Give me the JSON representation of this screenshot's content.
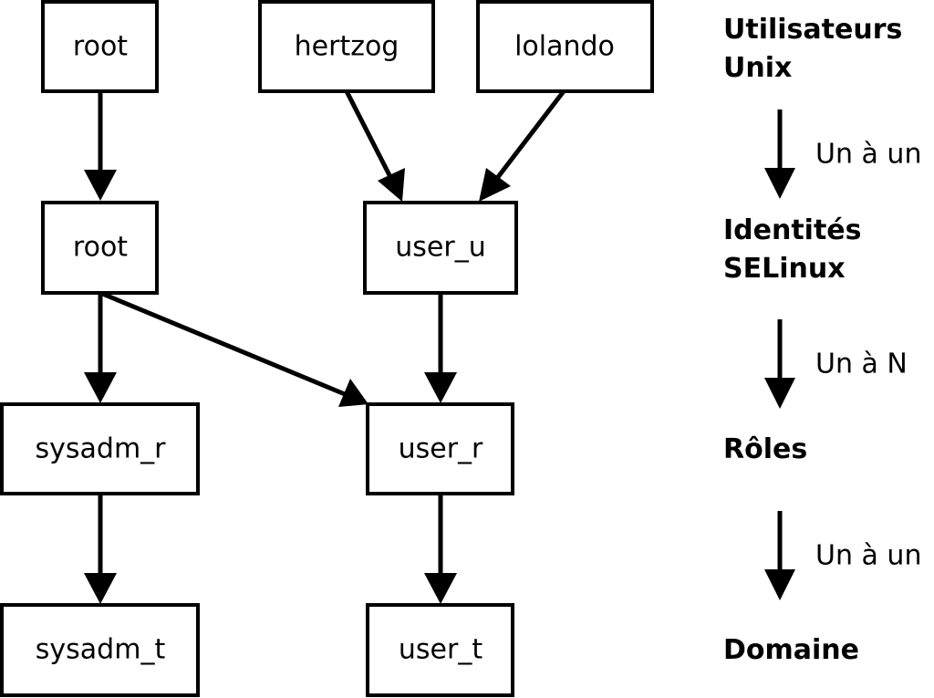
{
  "nodes": {
    "unix_root": "root",
    "unix_hertzog": "hertzog",
    "unix_lolando": "lolando",
    "se_root": "root",
    "se_user_u": "user_u",
    "role_sysadm_r": "sysadm_r",
    "role_user_r": "user_r",
    "dom_sysadm_t": "sysadm_t",
    "dom_user_t": "user_t"
  },
  "legend": {
    "level1_line1": "Utilisateurs",
    "level1_line2": "Unix",
    "rel1": "Un à un",
    "level2_line1": "Identités",
    "level2_line2": "SELinux",
    "rel2": "Un à N",
    "level3": "Rôles",
    "rel3": "Un à un",
    "level4": "Domaine"
  },
  "colors": {
    "stroke": "#000000",
    "background": "#ffffff"
  }
}
